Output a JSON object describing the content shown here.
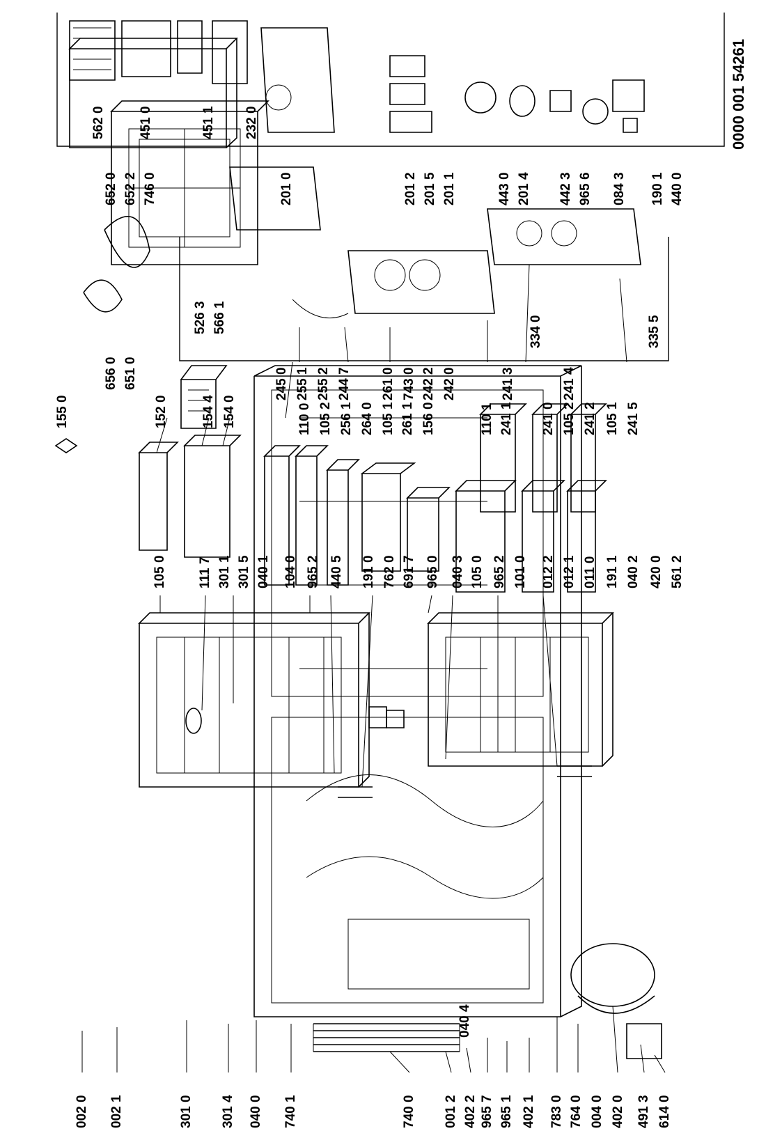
{
  "document_number": "0000 001 54261",
  "labels": [
    {
      "id": "a0020",
      "text": "002 0"
    },
    {
      "id": "a0021",
      "text": "002 1"
    },
    {
      "id": "a3010",
      "text": "301 0"
    },
    {
      "id": "a3014",
      "text": "301 4"
    },
    {
      "id": "a0400",
      "text": "040 0"
    },
    {
      "id": "a7401",
      "text": "740 1"
    },
    {
      "id": "a7400",
      "text": "740 0"
    },
    {
      "id": "a0012",
      "text": "001 2"
    },
    {
      "id": "a4022",
      "text": "402 2"
    },
    {
      "id": "a9657",
      "text": "965 7"
    },
    {
      "id": "a9651",
      "text": "965 1"
    },
    {
      "id": "a4021",
      "text": "402 1"
    },
    {
      "id": "a7830",
      "text": "783 0"
    },
    {
      "id": "a7640",
      "text": "764 0"
    },
    {
      "id": "a0040",
      "text": "004 0"
    },
    {
      "id": "a4020",
      "text": "402 0"
    },
    {
      "id": "a4913",
      "text": "491 3"
    },
    {
      "id": "a6140",
      "text": "614 0"
    },
    {
      "id": "a0404",
      "text": "040 4"
    },
    {
      "id": "a1050",
      "text": "105 0"
    },
    {
      "id": "a1117",
      "text": "111 7"
    },
    {
      "id": "a3011",
      "text": "301 1"
    },
    {
      "id": "a3015",
      "text": "301 5"
    },
    {
      "id": "a0401",
      "text": "040 1"
    },
    {
      "id": "a1040",
      "text": "104 0"
    },
    {
      "id": "a9652a",
      "text": "965 2"
    },
    {
      "id": "a4405",
      "text": "440 5"
    },
    {
      "id": "a1910",
      "text": "191 0"
    },
    {
      "id": "a7620",
      "text": "762 0"
    },
    {
      "id": "a6917",
      "text": "691 7"
    },
    {
      "id": "a9650",
      "text": "965 0"
    },
    {
      "id": "a0403",
      "text": "040 3"
    },
    {
      "id": "a1050b",
      "text": "105 0"
    },
    {
      "id": "a9652b",
      "text": "965 2"
    },
    {
      "id": "a1010",
      "text": "101 0"
    },
    {
      "id": "a0122",
      "text": "012 2"
    },
    {
      "id": "a0121",
      "text": "012 1"
    },
    {
      "id": "a0110",
      "text": "011 0"
    },
    {
      "id": "a1911",
      "text": "191 1"
    },
    {
      "id": "a0402",
      "text": "040 2"
    },
    {
      "id": "a4200",
      "text": "420 0"
    },
    {
      "id": "a5612",
      "text": "561 2"
    },
    {
      "id": "a1550",
      "text": "155 0"
    },
    {
      "id": "a1520",
      "text": "152 0"
    },
    {
      "id": "a1544",
      "text": "154 4"
    },
    {
      "id": "a1540",
      "text": "154 0"
    },
    {
      "id": "a1100",
      "text": "110 0"
    },
    {
      "id": "a1052a",
      "text": "105 2"
    },
    {
      "id": "a1051a",
      "text": "105 1"
    },
    {
      "id": "a1101",
      "text": "110 1"
    },
    {
      "id": "a1052b",
      "text": "105 2"
    },
    {
      "id": "a1051b",
      "text": "105 1"
    },
    {
      "id": "a2561",
      "text": "256 1"
    },
    {
      "id": "a2640",
      "text": "264 0"
    },
    {
      "id": "a2611",
      "text": "261 1"
    },
    {
      "id": "a1560",
      "text": "156 0"
    },
    {
      "id": "a2411",
      "text": "241 1"
    },
    {
      "id": "a2410",
      "text": "241 0"
    },
    {
      "id": "a2412",
      "text": "241 2"
    },
    {
      "id": "a2415",
      "text": "241 5"
    },
    {
      "id": "a2450",
      "text": "245 0"
    },
    {
      "id": "a2551",
      "text": "255 1"
    },
    {
      "id": "a2552",
      "text": "255 2"
    },
    {
      "id": "a2447",
      "text": "244 7"
    },
    {
      "id": "a2610",
      "text": "261 0"
    },
    {
      "id": "a7430",
      "text": "743 0"
    },
    {
      "id": "a2422",
      "text": "242 2"
    },
    {
      "id": "a2420",
      "text": "242 0"
    },
    {
      "id": "a2413",
      "text": "241 3"
    },
    {
      "id": "a2414",
      "text": "241 4"
    },
    {
      "id": "a6560",
      "text": "656 0"
    },
    {
      "id": "a6510",
      "text": "651 0"
    },
    {
      "id": "a5263",
      "text": "526 3"
    },
    {
      "id": "a5661",
      "text": "566 1"
    },
    {
      "id": "a3340",
      "text": "334 0"
    },
    {
      "id": "a3355",
      "text": "335 5"
    },
    {
      "id": "a6520",
      "text": "652 0"
    },
    {
      "id": "a6522",
      "text": "652 2"
    },
    {
      "id": "a7460",
      "text": "746 0"
    },
    {
      "id": "a5620",
      "text": "562 0"
    },
    {
      "id": "a4510",
      "text": "451 0"
    },
    {
      "id": "a4511",
      "text": "451 1"
    },
    {
      "id": "a2320",
      "text": "232 0"
    },
    {
      "id": "a2010",
      "text": "201 0"
    },
    {
      "id": "a2012",
      "text": "201 2"
    },
    {
      "id": "a2015",
      "text": "201 5"
    },
    {
      "id": "a2011",
      "text": "201 1"
    },
    {
      "id": "a4430",
      "text": "443 0"
    },
    {
      "id": "a2014",
      "text": "201 4"
    },
    {
      "id": "a4423",
      "text": "442 3"
    },
    {
      "id": "a9656",
      "text": "965 6"
    },
    {
      "id": "a0843",
      "text": "084 3"
    },
    {
      "id": "a1901",
      "text": "190 1"
    },
    {
      "id": "a4400",
      "text": "440 0"
    }
  ]
}
